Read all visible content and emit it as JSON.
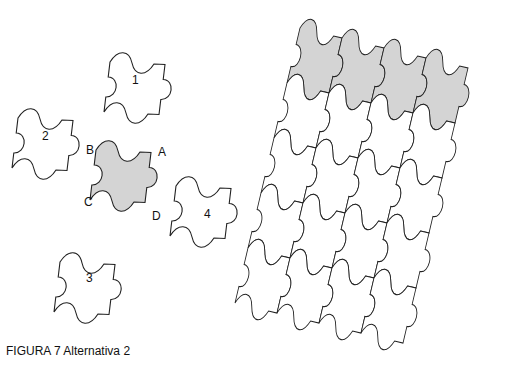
{
  "diagram": {
    "caption": "FIGURA 7 Alternativa 2",
    "labels": [
      "1",
      "2",
      "B",
      "A",
      "C",
      "3",
      "D",
      "4"
    ]
  }
}
